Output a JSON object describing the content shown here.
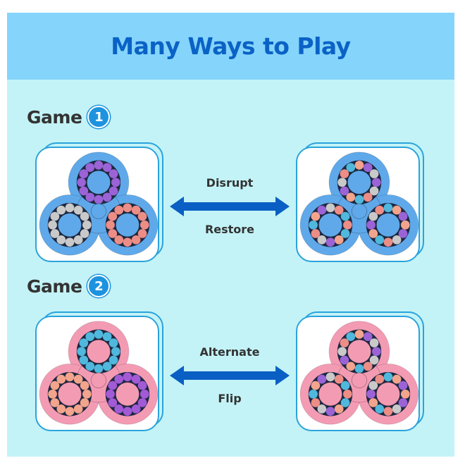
{
  "title": "Many Ways to Play",
  "games": [
    {
      "label": "Game",
      "number": "1",
      "top_action": "Disrupt",
      "bottom_action": "Restore",
      "body_color": "#5fa9ea",
      "left_toy": {
        "lobes": [
          "#9b63d6",
          "#c9c9c9",
          "#ec8d86"
        ]
      },
      "right_toy": {
        "lobes": [
          "mixed",
          "mixed",
          "mixed"
        ]
      }
    },
    {
      "label": "Game",
      "number": "2",
      "top_action": "Alternate",
      "bottom_action": "Flip",
      "body_color": "#f49bb4",
      "left_toy": {
        "lobes": [
          "#4fb8dc",
          "#f2a48c",
          "#a25ad6"
        ]
      },
      "right_toy": {
        "lobes": [
          "mixed",
          "mixed",
          "mixed"
        ]
      }
    }
  ],
  "colors": {
    "header": "#85d4fb",
    "body": "#c3f3f7",
    "title": "#0a62c6",
    "arrow": "#0a5fc4"
  }
}
